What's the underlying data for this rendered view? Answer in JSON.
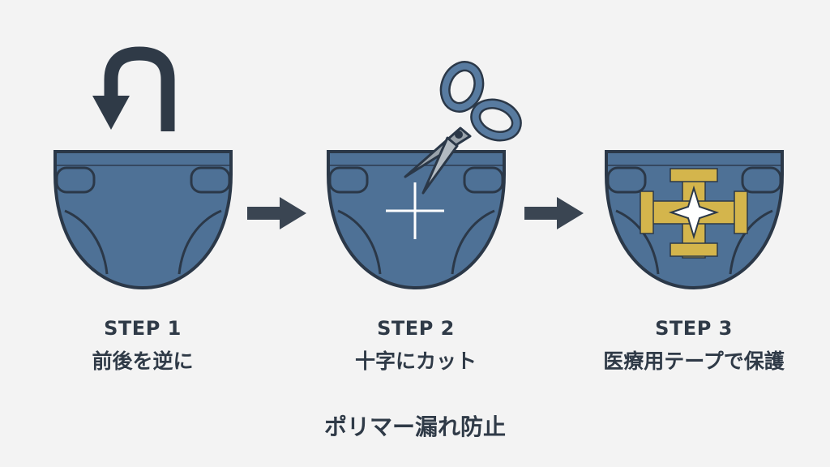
{
  "steps": [
    {
      "label": "STEP 1",
      "description": "前後を逆に",
      "icon": "reverse-arrow-icon"
    },
    {
      "label": "STEP 2",
      "description": "十字にカット",
      "icon": "scissors-icon"
    },
    {
      "label": "STEP 3",
      "description": "医療用テープで保護",
      "icon": "medical-tape-icon"
    }
  ],
  "footer": {
    "note": "ポリマー漏れ防止"
  },
  "colors": {
    "diaper_fill": "#4e7196",
    "outline": "#2b3848",
    "tape": "#d4b54c",
    "arrow": "#3a4552",
    "background": "#f3f3f3"
  }
}
